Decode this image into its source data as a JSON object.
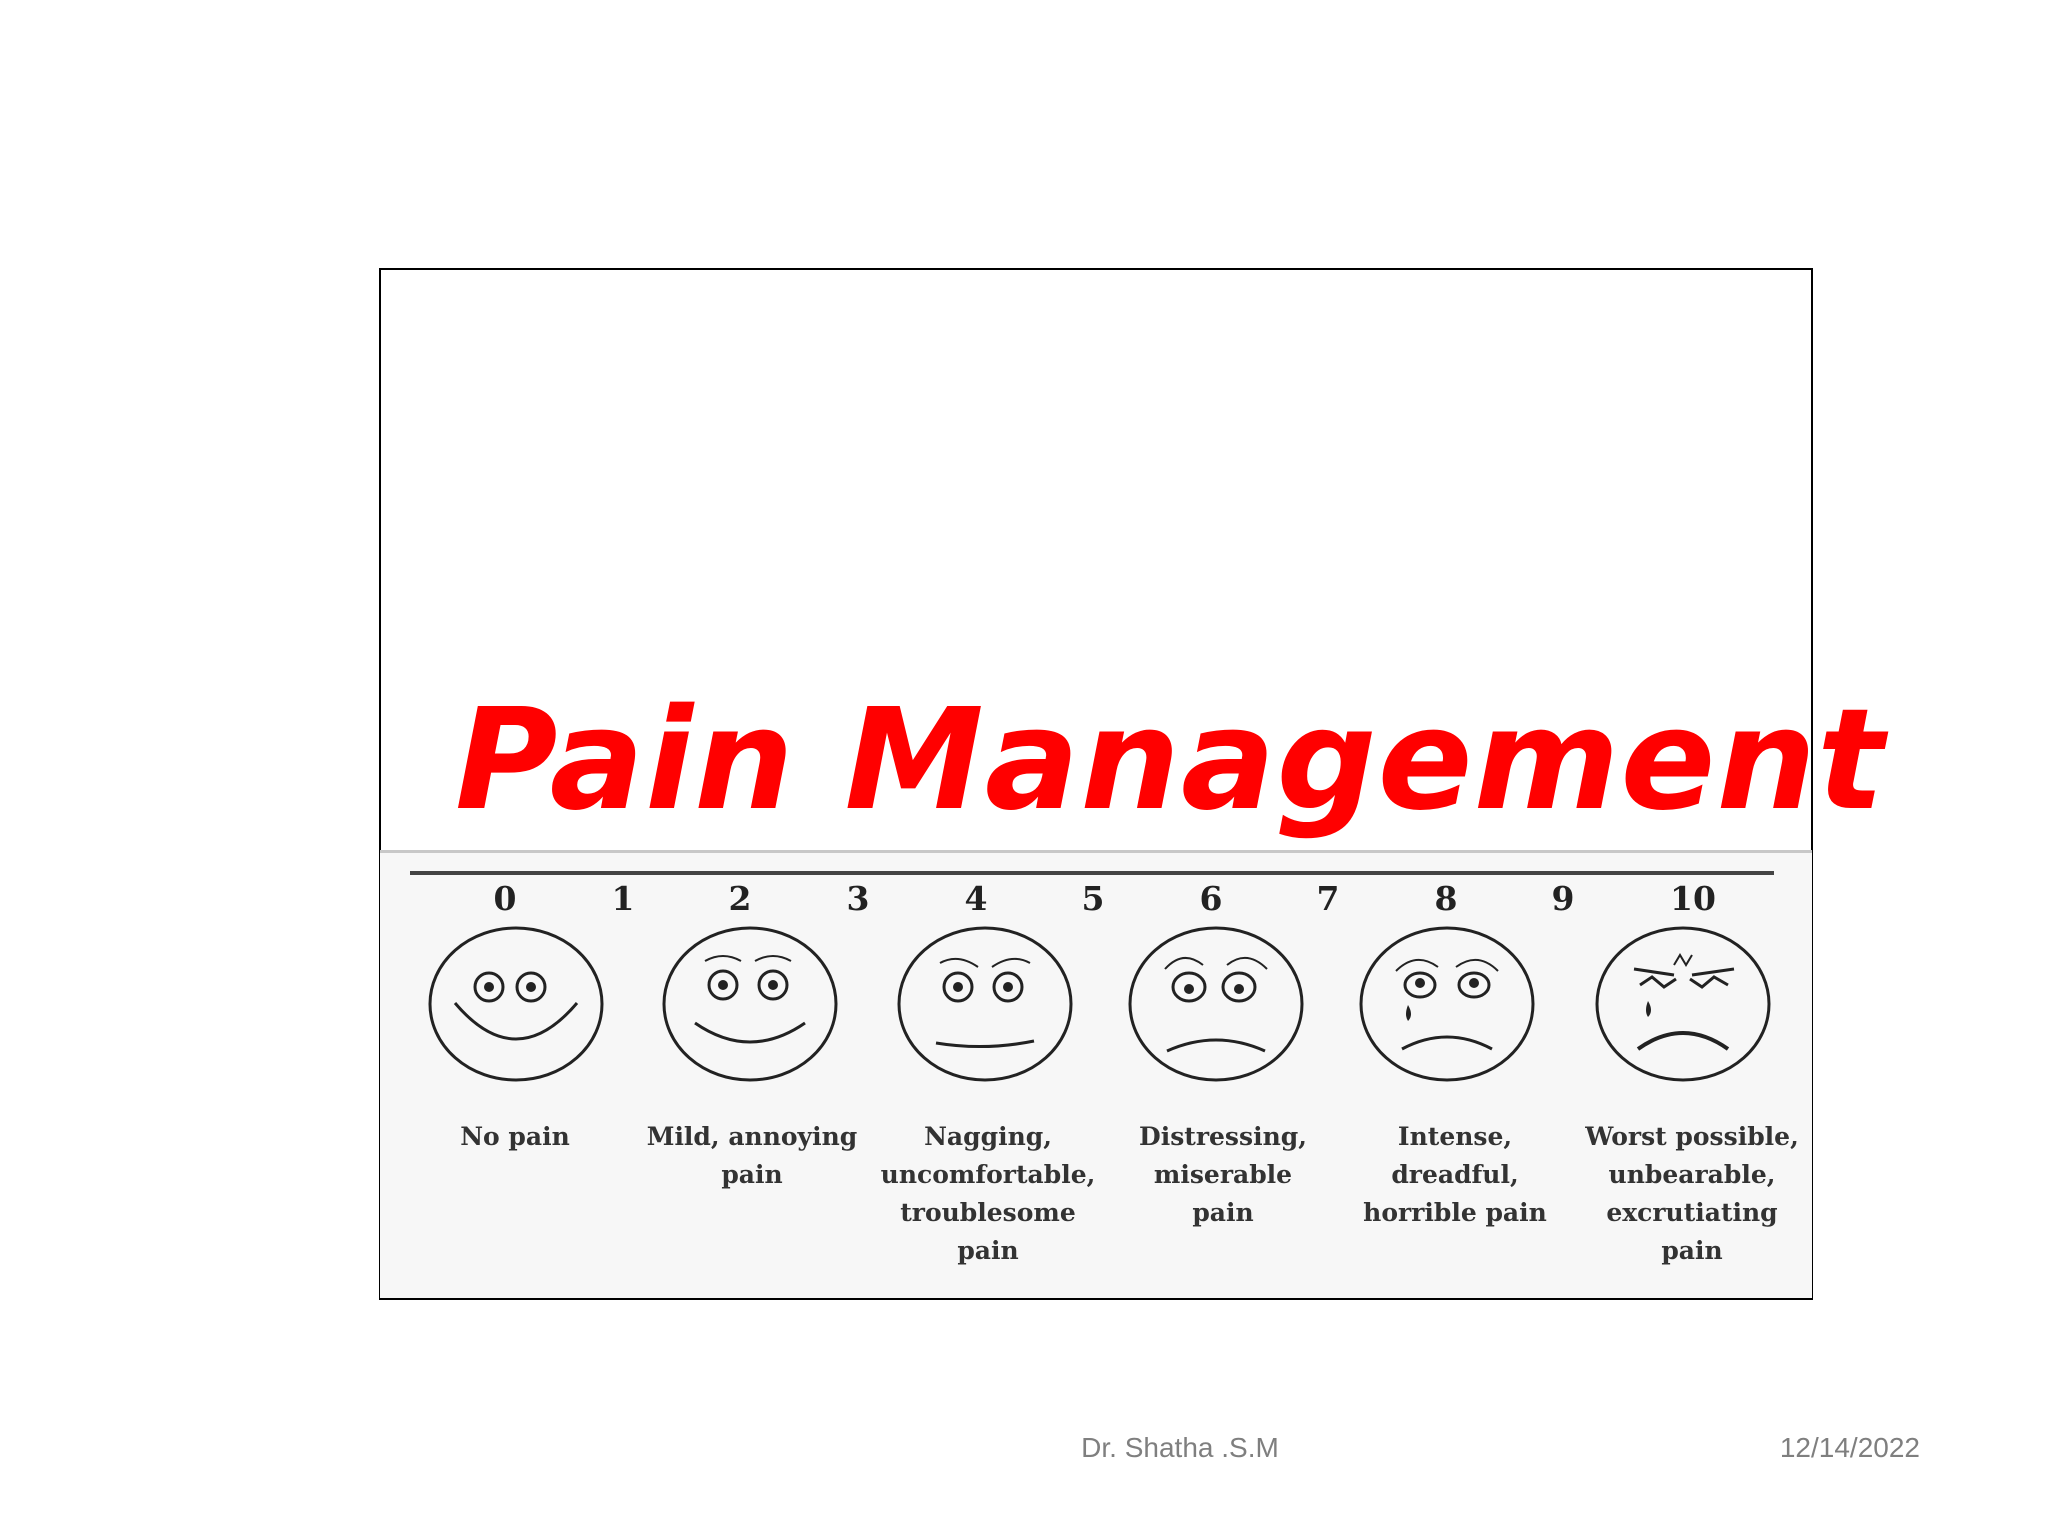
{
  "slide": {
    "title": "Pain Management",
    "footer_author": "Dr. Shatha .S.M",
    "footer_date": "12/14/2022",
    "title_color": "#ff0000"
  },
  "pain_scale": {
    "numbers": [
      "0",
      "1",
      "2",
      "3",
      "4",
      "5",
      "6",
      "7",
      "8",
      "9",
      "10"
    ],
    "faces": [
      {
        "icon": "smiling-face-icon",
        "label": "No pain"
      },
      {
        "icon": "slight-smile-face-icon",
        "label": "Mild, annoying\npain"
      },
      {
        "icon": "neutral-face-icon",
        "label": "Nagging,\nuncomfortable,\ntroublesome\npain"
      },
      {
        "icon": "frowning-face-icon",
        "label": "Distressing,\nmiserable\npain"
      },
      {
        "icon": "crying-face-icon",
        "label": "Intense,\ndreadful,\nhorrible pain"
      },
      {
        "icon": "anguished-crying-face-icon",
        "label": "Worst possible,\nunbearable,\nexcrutiating\npain"
      }
    ]
  }
}
